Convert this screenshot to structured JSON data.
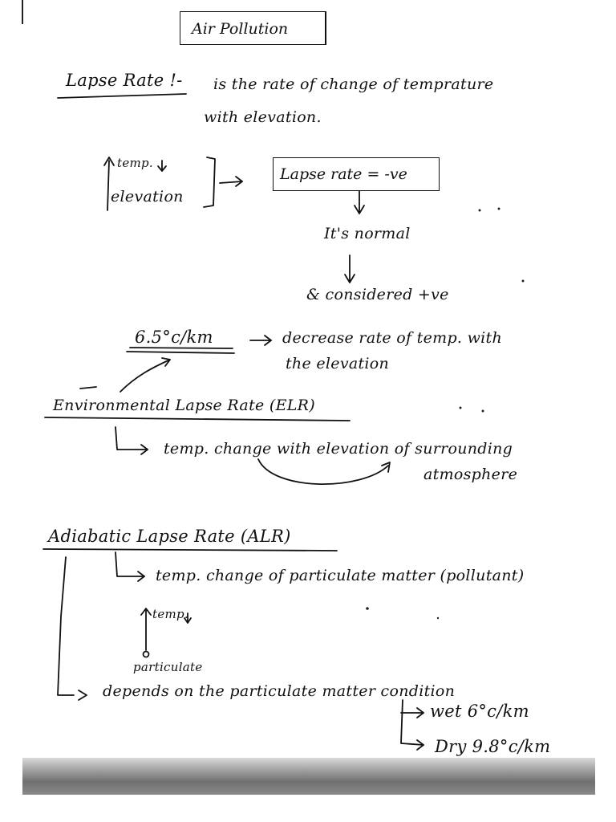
{
  "title": "Air Pollution",
  "lapse_rate": {
    "heading": "Lapse Rate !-",
    "definition_line1": "is the rate of change of temprature",
    "definition_line2": "with elevation.",
    "temp_label": "temp.",
    "elevation_label": "elevation",
    "box_text": "Lapse rate = -ve",
    "normal_text": "It's normal",
    "considered_text": "& considered +ve",
    "rate_value": "6.5°c/km",
    "rate_desc_line1": "decrease rate of temp. with",
    "rate_desc_line2": "the elevation"
  },
  "elr": {
    "heading": "Environmental Lapse Rate (ELR)",
    "desc_line1": "temp. change with elevation of surrounding",
    "desc_line2": "atmosphere"
  },
  "alr": {
    "heading": "Adiabatic Lapse Rate (ALR)",
    "desc": "temp. change of particulate matter (pollutant)",
    "temp_label": "temp.",
    "particulate_label": "particulate",
    "depends_text": "depends on the particulate matter condition",
    "wet_text": "wet 6°c/km",
    "dry_text": "Dry 9.8°c/km"
  }
}
